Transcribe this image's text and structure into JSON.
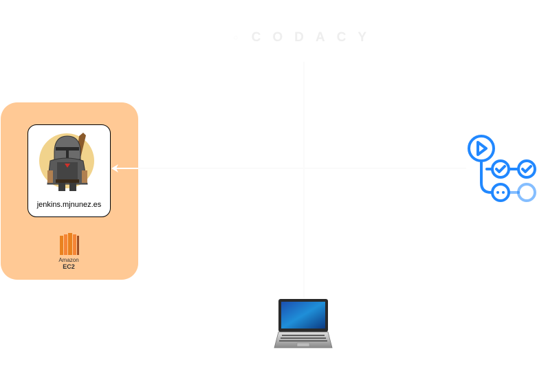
{
  "codacy": {
    "name": "CODACY"
  },
  "jenkins": {
    "host_label": "jenkins.mjnunez.es"
  },
  "ec2": {
    "vendor": "Amazon",
    "service": "EC2"
  },
  "colors": {
    "aws_group_fill": "#ffc995",
    "ec2_orange": "#e9821f",
    "github_actions_blue": "#2188ff",
    "connector": "#ffffff"
  },
  "icons": {
    "codacy": "codacy-logo-icon",
    "jenkins": "jenkins-mascot-icon",
    "ec2": "aws-ec2-icon",
    "github_actions": "github-actions-icon",
    "laptop": "laptop-icon"
  }
}
